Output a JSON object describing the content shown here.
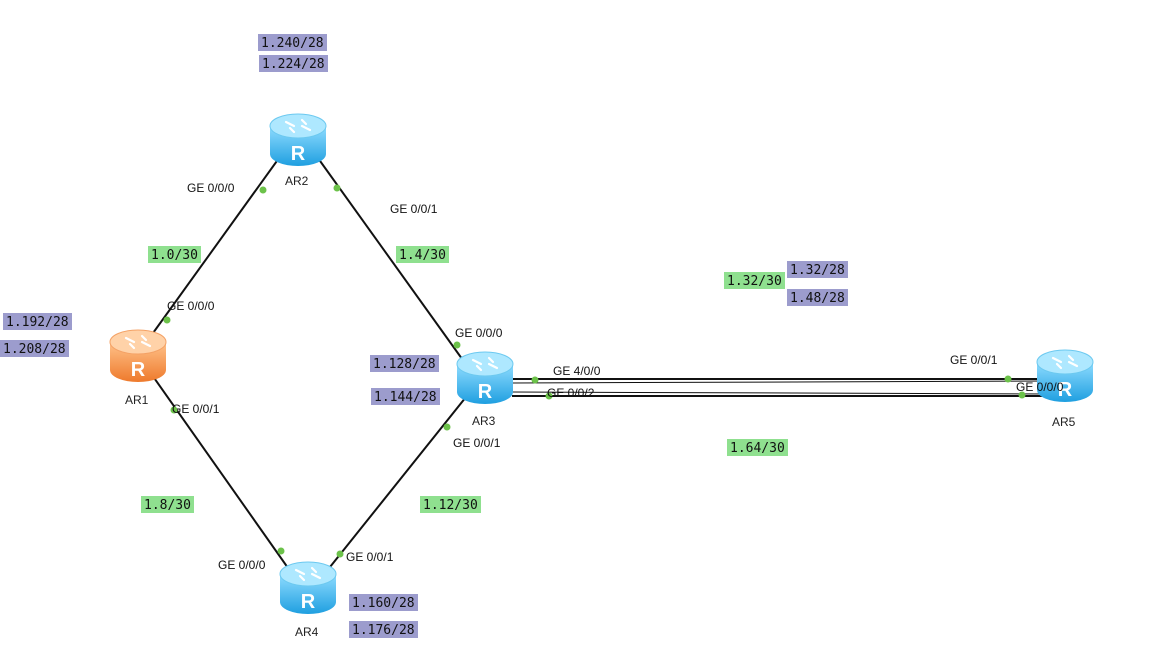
{
  "devices": {
    "ar1": {
      "name": "AR1",
      "type": "router-icon",
      "color": "#f28b3b"
    },
    "ar2": {
      "name": "AR2",
      "type": "router-icon",
      "color": "#35b4ea"
    },
    "ar3": {
      "name": "AR3",
      "type": "router-icon",
      "color": "#35b4ea"
    },
    "ar4": {
      "name": "AR4",
      "type": "router-icon",
      "color": "#35b4ea"
    },
    "ar5": {
      "name": "AR5",
      "type": "router-icon",
      "color": "#35b4ea"
    }
  },
  "ports": {
    "ar2_g000": "GE 0/0/0",
    "ar2_g001": "GE 0/0/1",
    "ar1_g000": "GE 0/0/0",
    "ar1_g001": "GE 0/0/1",
    "ar3_g000": "GE 0/0/0",
    "ar3_g400": "GE 4/0/0",
    "ar3_g002": "GE 0/0/2",
    "ar3_g001": "GE 0/0/1",
    "ar4_g000": "GE 0/0/0",
    "ar4_g001": "GE 0/0/1",
    "ar5_g001": "GE 0/0/1",
    "ar5_g000": "GE 0/0/0"
  },
  "links": {
    "ar1_ar2": "1.0/30",
    "ar2_ar3": "1.4/30",
    "ar1_ar4": "1.8/30",
    "ar3_ar4": "1.12/30",
    "ar3_ar5_a": "1.32/30",
    "ar3_ar5_b": "1.64/30"
  },
  "loopbacks": {
    "ar2_a": "1.240/28",
    "ar2_b": "1.224/28",
    "ar1_a": "1.192/28",
    "ar1_b": "1.208/28",
    "ar3_a": "1.128/28",
    "ar3_b": "1.144/28",
    "ar4_a": "1.160/28",
    "ar4_b": "1.176/28",
    "ar5_a": "1.32/28",
    "ar5_b": "1.48/28"
  },
  "colors": {
    "link_line": "#111111",
    "port_dot": "#6cc24a",
    "subnet_label": "#8fe08f",
    "loopback_label": "#9c9ccd"
  }
}
